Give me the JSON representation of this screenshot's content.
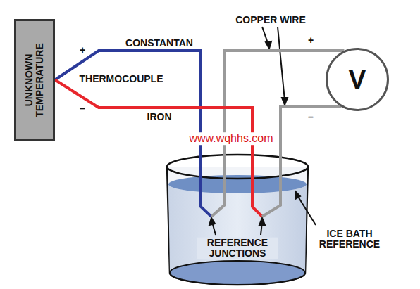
{
  "diagram": {
    "nodes": [
      {
        "text": [
          "UNKNOWN TEMPERATURE"
        ]
      },
      {
        "text": [
          "V"
        ]
      }
    ],
    "edges": [
      {
        "from": 0,
        "to": 1,
        "arrow": "none"
      },
      {
        "from": 0,
        "to": 1,
        "arrow": "none"
      }
    ],
    "labels": [
      "+",
      "–",
      "CONSTANTAN",
      "THERMOCOUPLE",
      "IRON",
      "COPPER WIRE",
      "+",
      "–",
      "www.wqhhs.com",
      "REFERENCE JUNCTIONS",
      "ICE BATH REFERENCE"
    ]
  }
}
